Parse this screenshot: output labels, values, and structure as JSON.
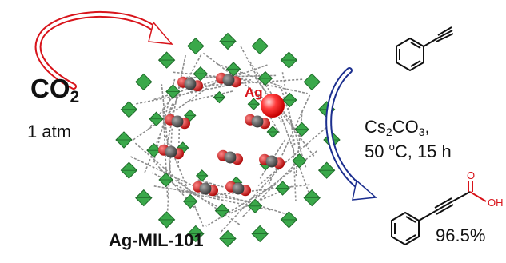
{
  "labels": {
    "reactant_gas": "CO",
    "reactant_gas_subscript": "2",
    "pressure": "1 atm",
    "catalyst_name": "Ag-MIL-101",
    "silver_label": "Ag",
    "condition_base": "Cs",
    "condition_base_sub": "2",
    "condition_base_rest": "CO",
    "condition_base_sub2": "3",
    "condition_base_tail": ",",
    "condition_temp_pre": "50 ",
    "condition_temp_sup": "o",
    "condition_temp_post": "C, 15 h",
    "product_yield": "96.5%",
    "oxygen_atom": "O",
    "hydroxyl_group": "OH"
  },
  "colors": {
    "arrow_red": "#d8141b",
    "arrow_blue": "#1c2f8f",
    "cluster_green": "#3aa84a",
    "co2_carbon": "#5a5a5a",
    "co2_oxygen": "#d8141b",
    "framework_grey": "#8c8c8c"
  },
  "icons": {
    "left_arrow": "curved-red-arrow-icon",
    "right_arrow": "curved-blue-arrow-icon",
    "reactant": "phenylacetylene-structure-icon",
    "product": "phenylpropiolic-acid-structure-icon",
    "framework": "mof-cage-icon"
  }
}
